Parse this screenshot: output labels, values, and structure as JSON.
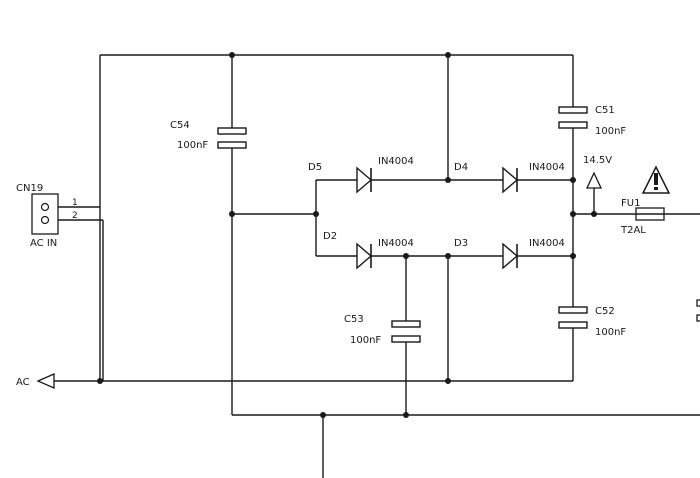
{
  "connector": {
    "ref": "CN19",
    "pin1": "1",
    "pin2": "2",
    "label": "AC IN"
  },
  "capacitors": {
    "c54": {
      "ref": "C54",
      "value": "100nF"
    },
    "c51": {
      "ref": "C51",
      "value": "100nF"
    },
    "c53": {
      "ref": "C53",
      "value": "100nF"
    },
    "c52": {
      "ref": "C52",
      "value": "100nF"
    }
  },
  "diodes": {
    "d5": {
      "ref": "D5",
      "part": "IN4004"
    },
    "d4": {
      "ref": "D4",
      "part": "IN4004"
    },
    "d2": {
      "ref": "D2",
      "part": "IN4004"
    },
    "d3": {
      "ref": "D3",
      "part": "IN4004"
    }
  },
  "voltage_label": "14.5V",
  "fuse": {
    "ref": "FU1",
    "rating": "T2AL"
  },
  "ac_port": "AC",
  "colors": {
    "ink": "#1a1a1a",
    "paper": "#ffffff"
  },
  "icons": {
    "warning": "warning-triangle-icon",
    "voltage_flag": "voltage-flag-icon"
  }
}
